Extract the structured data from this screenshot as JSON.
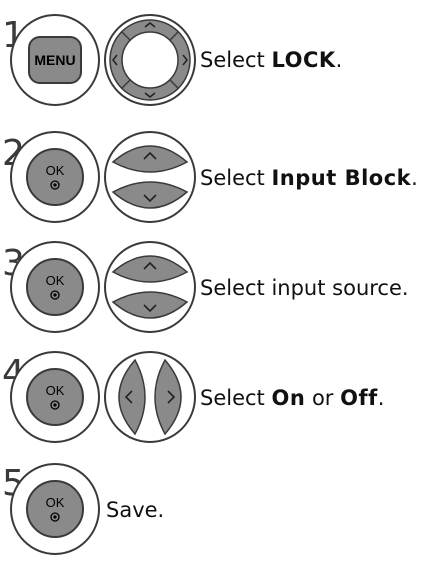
{
  "steps": [
    {
      "number": "1",
      "prefix": "Select ",
      "emph": "LOCK",
      "suffix": ".",
      "buttons": [
        "menu-button",
        "dpad-4way"
      ]
    },
    {
      "number": "2",
      "prefix": "Select ",
      "emph": "Input Block",
      "suffix": ".",
      "buttons": [
        "ok-button",
        "dpad-updown"
      ]
    },
    {
      "number": "3",
      "prefix": "Select input source.",
      "emph": "",
      "suffix": "",
      "buttons": [
        "ok-button",
        "dpad-updown"
      ]
    },
    {
      "number": "4",
      "prefix": "Select ",
      "emph": "On",
      "middle": " or ",
      "emph2": "Off",
      "suffix": ".",
      "buttons": [
        "ok-button",
        "dpad-leftright"
      ]
    },
    {
      "number": "5",
      "prefix": "Save.",
      "emph": "",
      "suffix": "",
      "buttons": [
        "ok-button"
      ]
    }
  ],
  "labels": {
    "menu": "MENU",
    "ok": "OK"
  },
  "colors": {
    "button_fill": "#8a8a8a",
    "button_ring": "#d8d8d8",
    "outline": "#3a3a3a"
  }
}
